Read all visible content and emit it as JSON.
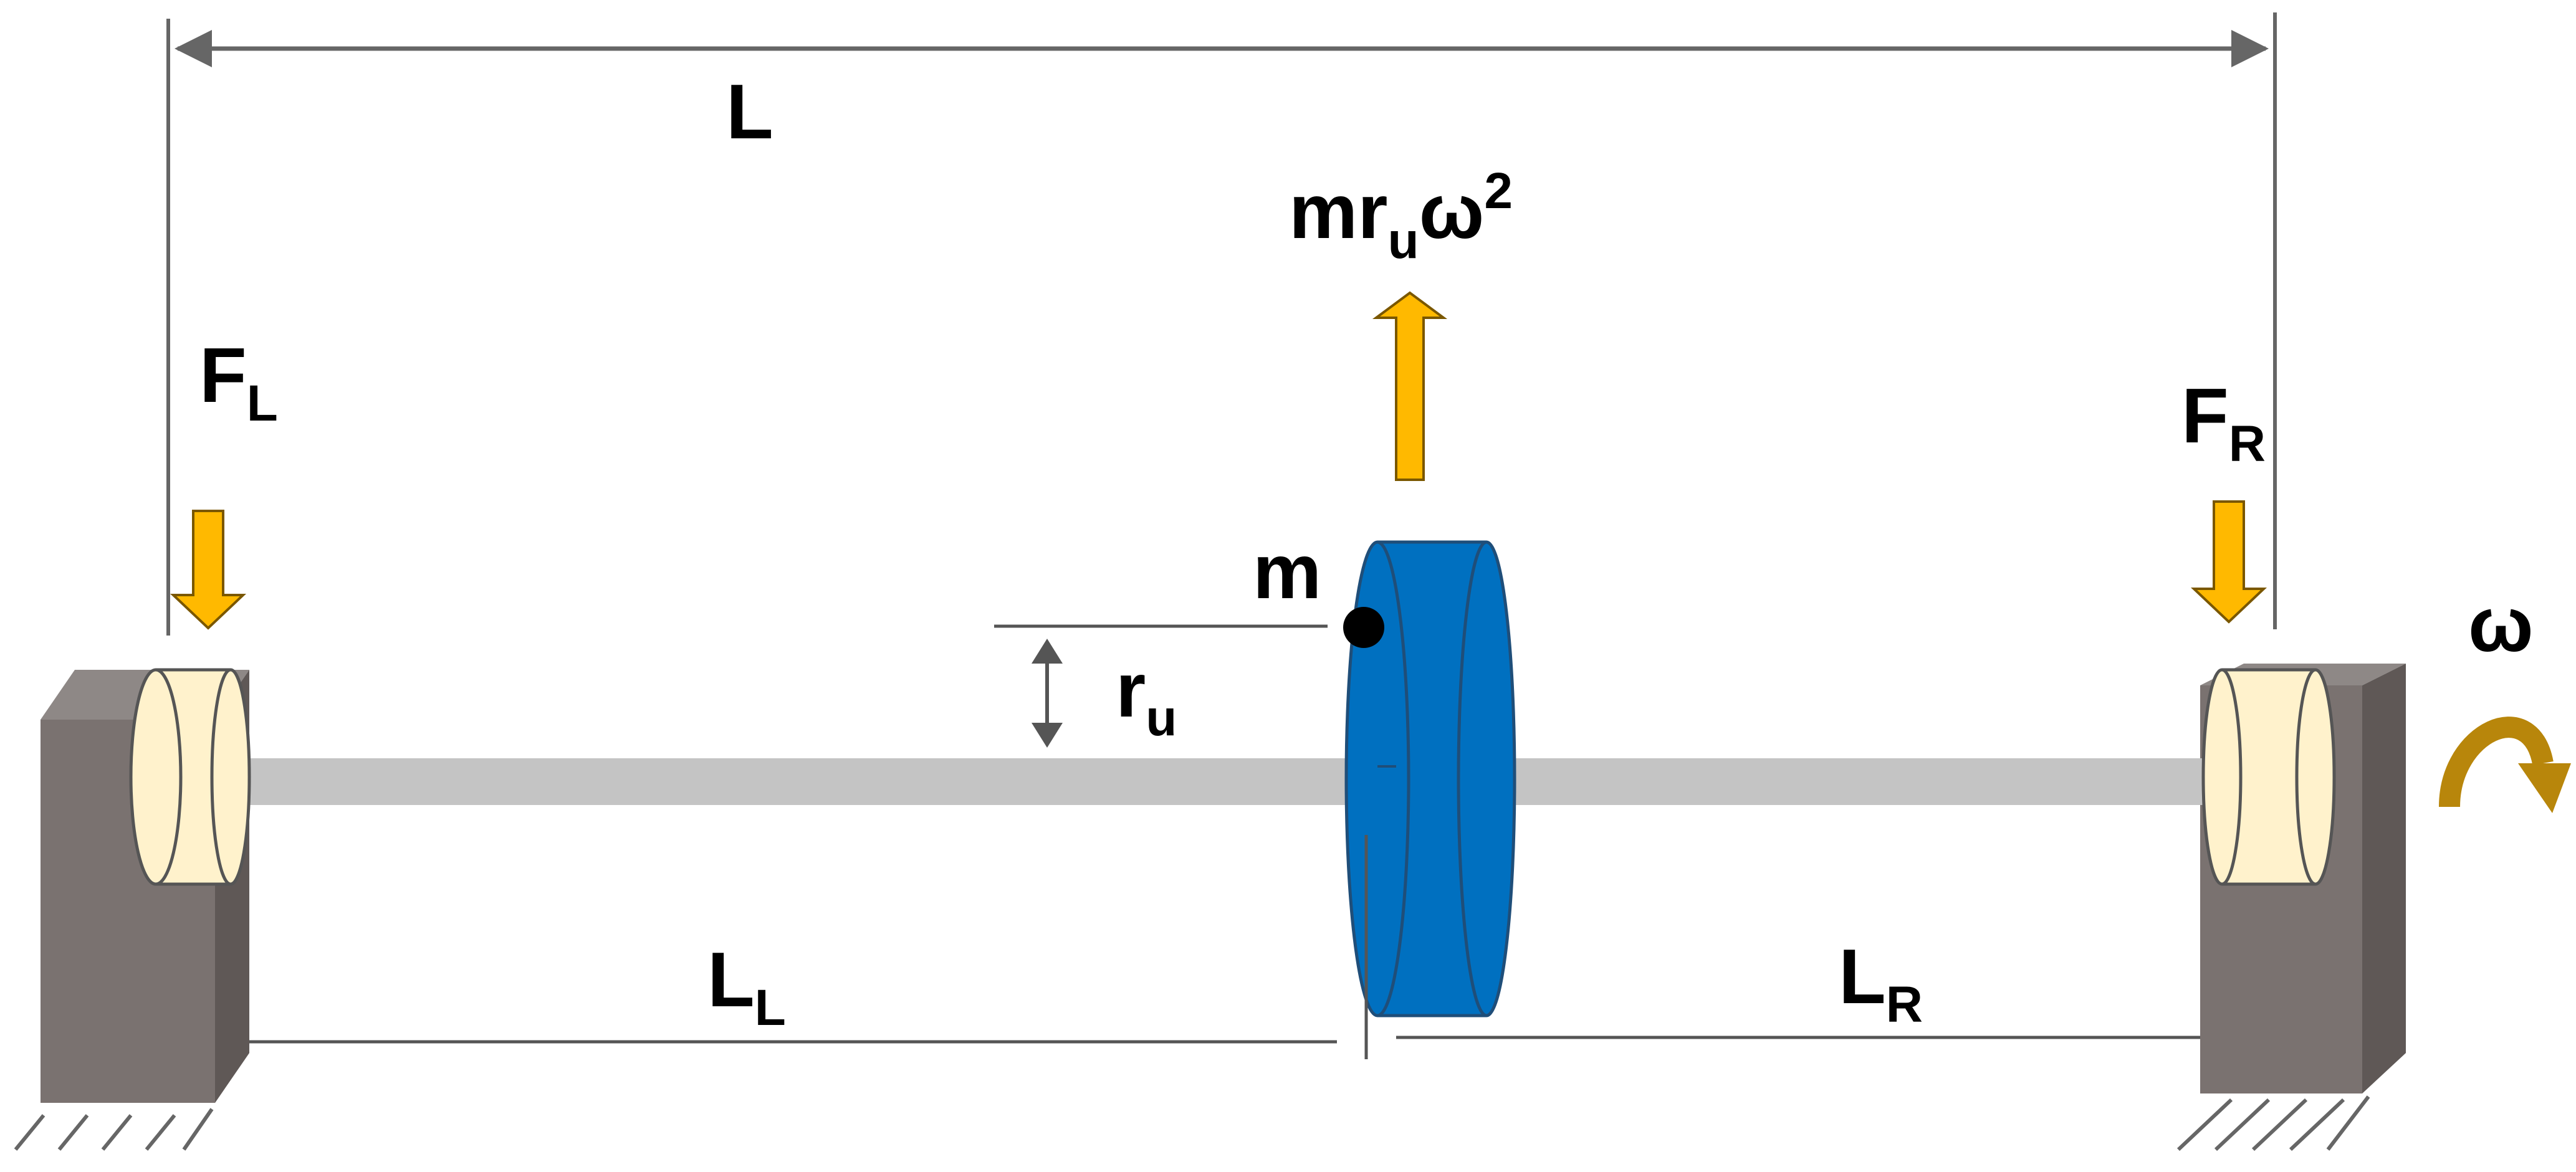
{
  "labels": {
    "length_total": "L",
    "force_left_main": "F",
    "force_left_sub": "L",
    "force_right_main": "F",
    "force_right_sub": "R",
    "centrifugal_m": "m",
    "centrifugal_r": "r",
    "centrifugal_r_sub": "u",
    "centrifugal_omega": "ω",
    "centrifugal_exp": "2",
    "mass": "m",
    "radius_main": "r",
    "radius_sub": "u",
    "length_left_main": "L",
    "length_left_sub": "L",
    "length_right_main": "L",
    "length_right_sub": "R",
    "angular_velocity": "ω"
  },
  "colors": {
    "arrow_fill": "#ffb900",
    "arrow_stroke": "#7a5700",
    "disc_front": "#0070c0",
    "disc_edge": "#1f4e79",
    "shaft": "#c4c4c4",
    "bearing": "#fff2cc",
    "support_front": "#7a7270",
    "support_top": "#8e8886",
    "support_side": "#5f5856",
    "rotation_arrow": "#b8860b"
  }
}
